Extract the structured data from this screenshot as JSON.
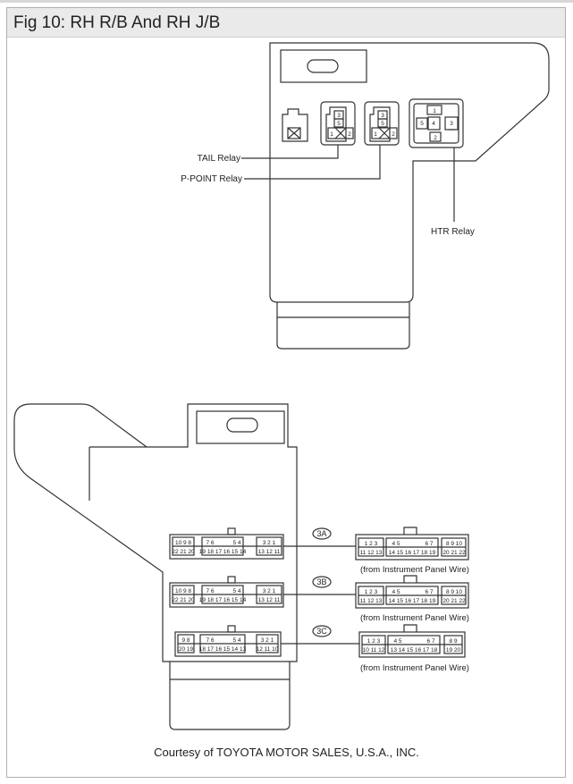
{
  "figure": {
    "title": "Fig 10: RH R/B And RH J/B",
    "credit": "Courtesy of TOYOTA MOTOR SALES, U.S.A., INC."
  },
  "relay_block": {
    "labels": {
      "tail_relay": "TAIL Relay",
      "p_point_relay": "P-POINT Relay",
      "htr_relay": "HTR Relay"
    },
    "relay_pins": {
      "top": "3",
      "mid": "5",
      "left": "1",
      "right": "2"
    },
    "htr_pins": {
      "top": "1",
      "left": "5",
      "center": "4",
      "right": "3",
      "bottom": "2"
    }
  },
  "junction_block": {
    "connectors": [
      {
        "id": "3A",
        "source": "(from Instrument Panel Wire)",
        "jb_top": [
          "10 9 8",
          "7 6",
          "5 4",
          "3 2 1"
        ],
        "jb_bottom": [
          "22 21 20",
          "19 18 17 16 15 14",
          "13 12 11"
        ],
        "wire_top": [
          "1 2 3",
          "4 5",
          "6 7",
          "8 9 10"
        ],
        "wire_bottom": [
          "11 12 13",
          "14 15 16 17 18 19",
          "20 21 22"
        ]
      },
      {
        "id": "3B",
        "source": "(from Instrument Panel Wire)",
        "jb_top": [
          "10 9 8",
          "7 6",
          "5 4",
          "3 2 1"
        ],
        "jb_bottom": [
          "22 21 20",
          "19 18 17 16 15 14",
          "13 12 11"
        ],
        "wire_top": [
          "1 2 3",
          "4 5",
          "6 7",
          "8 9 10"
        ],
        "wire_bottom": [
          "11 12 13",
          "14 15 16 17 18 19",
          "20 21 22"
        ]
      },
      {
        "id": "3C",
        "source": "(from Instrument Panel Wire)",
        "jb_top": [
          "9 8",
          "7 6",
          "5 4",
          "3 2 1"
        ],
        "jb_bottom": [
          "20 19",
          "18 17 16 15 14 13",
          "12 11 10"
        ],
        "wire_top": [
          "1 2 3",
          "4 5",
          "6 7",
          "8 9"
        ],
        "wire_bottom": [
          "10 11 12",
          "13 14 15 16 17 18",
          "19 20"
        ]
      }
    ]
  }
}
